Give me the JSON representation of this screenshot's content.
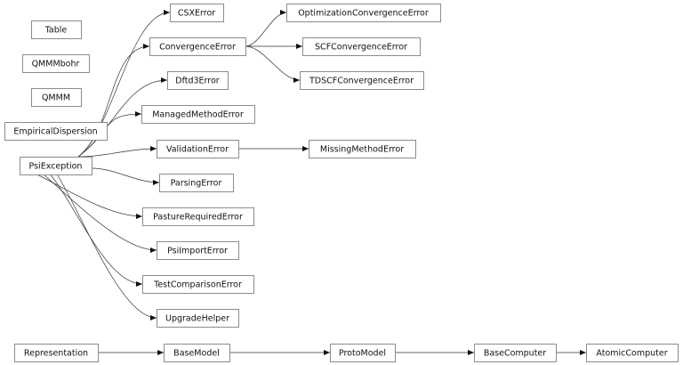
{
  "nodes": [
    "Table",
    "QMMMbohr",
    "QMMM",
    "EmpiricalDispersion",
    "PsiException",
    "CSXError",
    "ConvergenceError",
    "Dftd3Error",
    "ManagedMethodError",
    "ValidationError",
    "ParsingError",
    "PastureRequiredError",
    "PsiImportError",
    "TestComparisonError",
    "UpgradeHelper",
    "OptimizationConvergenceError",
    "SCFConvergenceError",
    "TDSCFConvergenceError",
    "MissingMethodError",
    "Representation",
    "BaseModel",
    "ProtoModel",
    "BaseComputer",
    "AtomicComputer"
  ],
  "edges": [
    [
      "PsiException",
      "CSXError"
    ],
    [
      "PsiException",
      "ConvergenceError"
    ],
    [
      "PsiException",
      "Dftd3Error"
    ],
    [
      "PsiException",
      "ManagedMethodError"
    ],
    [
      "PsiException",
      "ValidationError"
    ],
    [
      "PsiException",
      "ParsingError"
    ],
    [
      "PsiException",
      "PastureRequiredError"
    ],
    [
      "PsiException",
      "PsiImportError"
    ],
    [
      "PsiException",
      "TestComparisonError"
    ],
    [
      "PsiException",
      "UpgradeHelper"
    ],
    [
      "ConvergenceError",
      "OptimizationConvergenceError"
    ],
    [
      "ConvergenceError",
      "SCFConvergenceError"
    ],
    [
      "ConvergenceError",
      "TDSCFConvergenceError"
    ],
    [
      "ValidationError",
      "MissingMethodError"
    ],
    [
      "Representation",
      "BaseModel"
    ],
    [
      "BaseModel",
      "ProtoModel"
    ],
    [
      "ProtoModel",
      "BaseComputer"
    ],
    [
      "BaseComputer",
      "AtomicComputer"
    ]
  ],
  "colors": {
    "node_border": "#8c8c8c",
    "edge": "#333333"
  }
}
